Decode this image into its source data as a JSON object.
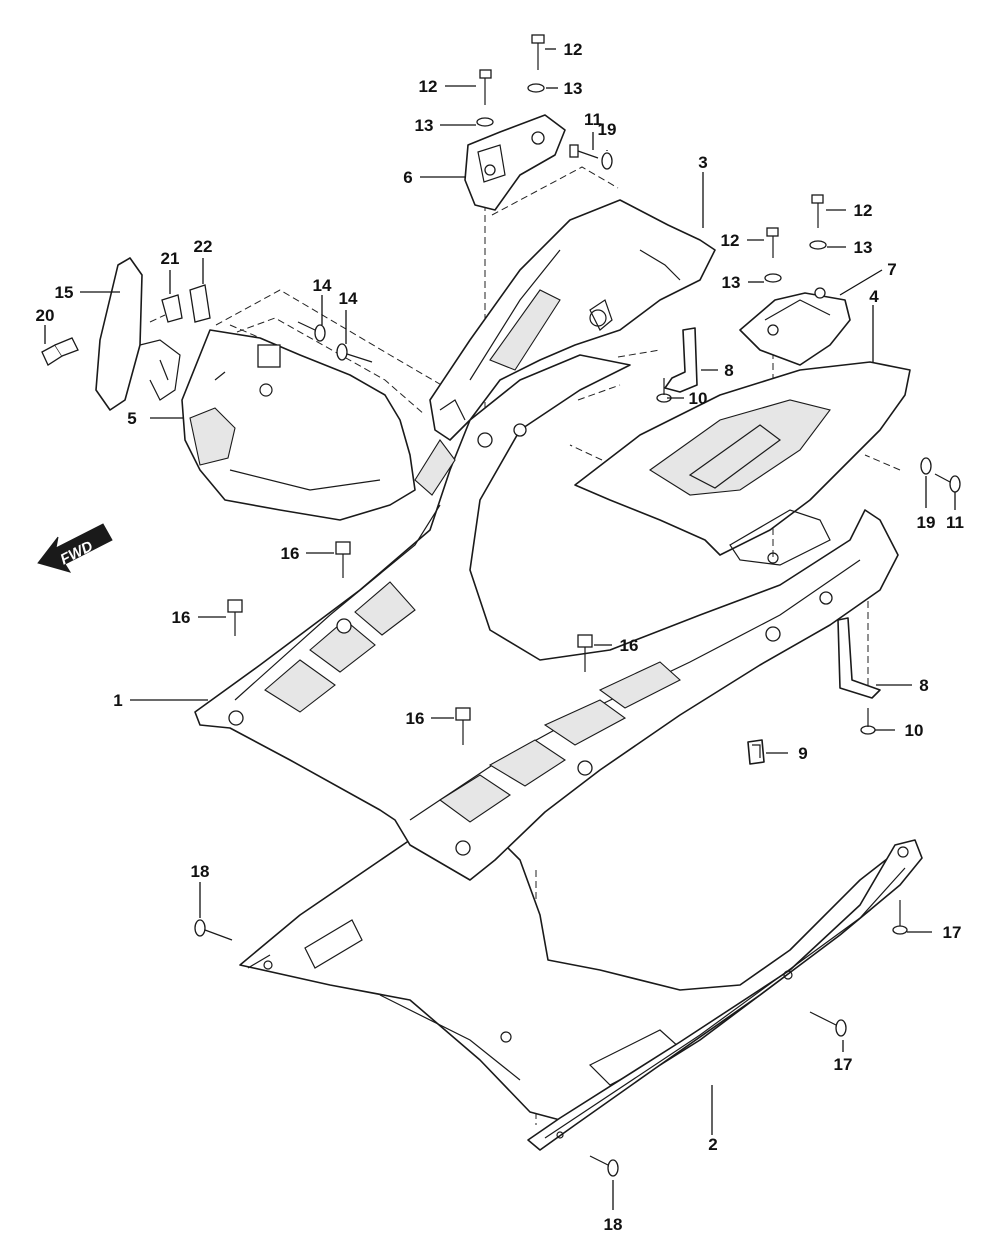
{
  "diagram": {
    "direction_label": "FWD",
    "callouts": [
      {
        "id": "c1",
        "text": "1"
      },
      {
        "id": "c2",
        "text": "2"
      },
      {
        "id": "c3",
        "text": "3"
      },
      {
        "id": "c4",
        "text": "4"
      },
      {
        "id": "c5",
        "text": "5"
      },
      {
        "id": "c6",
        "text": "6"
      },
      {
        "id": "c7",
        "text": "7"
      },
      {
        "id": "c8a",
        "text": "8"
      },
      {
        "id": "c8b",
        "text": "8"
      },
      {
        "id": "c9",
        "text": "9"
      },
      {
        "id": "c10a",
        "text": "10"
      },
      {
        "id": "c10b",
        "text": "10"
      },
      {
        "id": "c11a",
        "text": "11"
      },
      {
        "id": "c11b",
        "text": "11"
      },
      {
        "id": "c12a",
        "text": "12"
      },
      {
        "id": "c12b",
        "text": "12"
      },
      {
        "id": "c12c",
        "text": "12"
      },
      {
        "id": "c12d",
        "text": "12"
      },
      {
        "id": "c13a",
        "text": "13"
      },
      {
        "id": "c13b",
        "text": "13"
      },
      {
        "id": "c13c",
        "text": "13"
      },
      {
        "id": "c13d",
        "text": "13"
      },
      {
        "id": "c14a",
        "text": "14"
      },
      {
        "id": "c14b",
        "text": "14"
      },
      {
        "id": "c15",
        "text": "15"
      },
      {
        "id": "c16a",
        "text": "16"
      },
      {
        "id": "c16b",
        "text": "16"
      },
      {
        "id": "c16c",
        "text": "16"
      },
      {
        "id": "c16d",
        "text": "16"
      },
      {
        "id": "c17a",
        "text": "17"
      },
      {
        "id": "c17b",
        "text": "17"
      },
      {
        "id": "c18a",
        "text": "18"
      },
      {
        "id": "c18b",
        "text": "18"
      },
      {
        "id": "c19a",
        "text": "19"
      },
      {
        "id": "c19b",
        "text": "19"
      },
      {
        "id": "c20",
        "text": "20"
      },
      {
        "id": "c21",
        "text": "21"
      },
      {
        "id": "c22",
        "text": "22"
      }
    ]
  }
}
